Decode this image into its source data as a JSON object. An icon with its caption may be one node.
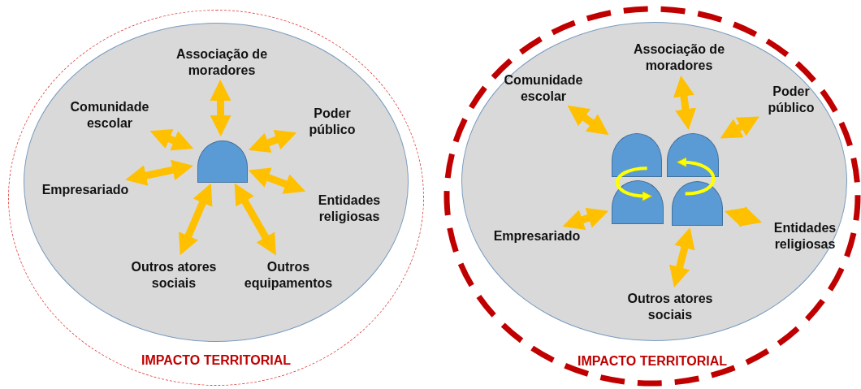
{
  "diagram": {
    "nodes": [
      {
        "text": [
          "IMPACTO TERRITORIAL"
        ]
      },
      {
        "text": [],
        "shape": "circle",
        "in": 0
      },
      {
        "text": [],
        "shape": "box",
        "in": 1
      },
      {
        "text": [
          "Associação de moradores"
        ],
        "in": 1
      },
      {
        "text": [
          "Comunidade escolar"
        ],
        "in": 1
      },
      {
        "text": [
          "Poder público"
        ],
        "in": 1
      },
      {
        "text": [
          "Empresariado"
        ],
        "in": 1
      },
      {
        "text": [
          "Entidades religiosas"
        ],
        "in": 1
      },
      {
        "text": [
          "Outros atores sociais"
        ],
        "in": 1
      },
      {
        "text": [
          "Outros equipamentos"
        ],
        "in": 1
      },
      {
        "text": [
          "IMPACTO TERRITORIAL"
        ]
      },
      {
        "text": [],
        "shape": "circle",
        "in": 10
      },
      {
        "text": [],
        "shape": "box",
        "in": 11
      },
      {
        "text": [],
        "shape": "box",
        "in": 11
      },
      {
        "text": [],
        "shape": "box",
        "in": 11
      },
      {
        "text": [],
        "shape": "box",
        "in": 11
      },
      {
        "text": [
          "Comunidade escolar"
        ],
        "in": 11
      },
      {
        "text": [
          "Associação de moradores"
        ],
        "in": 11
      },
      {
        "text": [
          "Poder público"
        ],
        "in": 11
      },
      {
        "text": [
          "Empresariado"
        ],
        "in": 11
      },
      {
        "text": [
          "Entidades religiosas"
        ],
        "in": 11
      },
      {
        "text": [
          "Outros atores sociais"
        ],
        "in": 11
      }
    ],
    "edges": [
      {
        "from": 2,
        "to": 3,
        "arrow": "both"
      },
      {
        "from": 2,
        "to": 4,
        "arrow": "both"
      },
      {
        "from": 2,
        "to": 5,
        "arrow": "both"
      },
      {
        "from": 2,
        "to": 6,
        "arrow": "both"
      },
      {
        "from": 2,
        "to": 7,
        "arrow": "both"
      },
      {
        "from": 2,
        "to": 8,
        "arrow": "both"
      },
      {
        "from": 2,
        "to": 9,
        "arrow": "both"
      },
      {
        "from": 12,
        "to": 16,
        "arrow": "both"
      },
      {
        "from": 13,
        "to": 17,
        "arrow": "both"
      },
      {
        "from": 13,
        "to": 18,
        "arrow": "both"
      },
      {
        "from": 14,
        "to": 19,
        "arrow": "both"
      },
      {
        "from": 15,
        "to": 20,
        "arrow": "both"
      },
      {
        "from": 15,
        "to": 21,
        "arrow": "both"
      },
      {
        "from": 12,
        "to": 14,
        "arrow": "to",
        "color": "#ffff00"
      },
      {
        "from": 15,
        "to": 13,
        "arrow": "to",
        "color": "#ffff00"
      }
    ]
  }
}
